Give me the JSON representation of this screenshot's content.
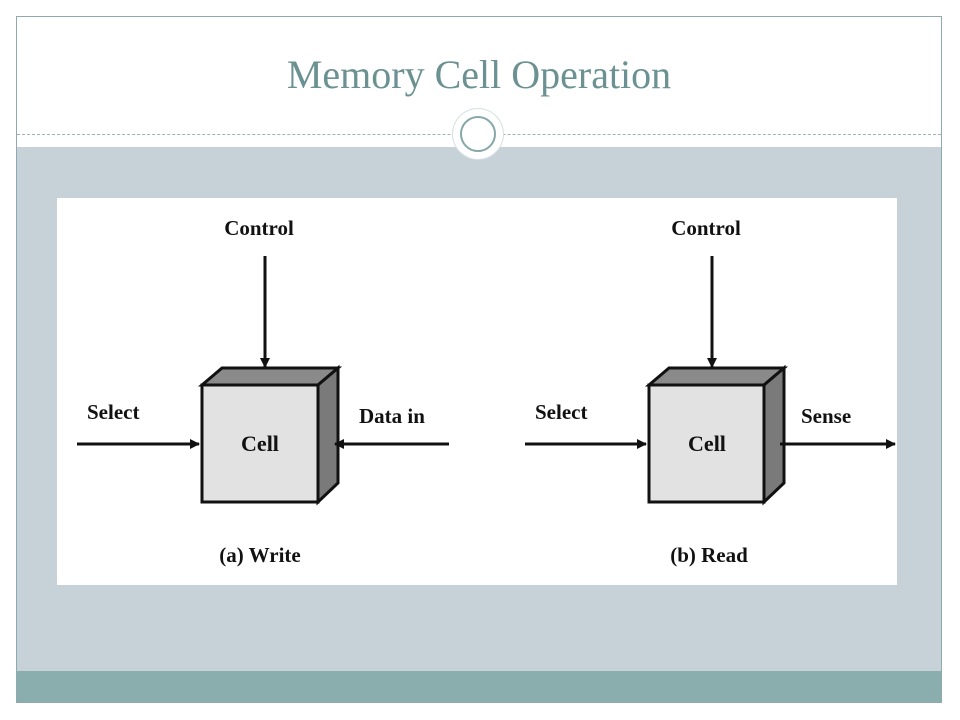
{
  "slide": {
    "title": "Memory Cell Operation"
  },
  "figure": {
    "write": {
      "control_label": "Control",
      "select_label": "Select",
      "cell_label": "Cell",
      "data_in_label": "Data in",
      "caption": "(a) Write"
    },
    "read": {
      "control_label": "Control",
      "select_label": "Select",
      "cell_label": "Cell",
      "sense_label": "Sense",
      "caption": "(b) Read"
    }
  },
  "colors": {
    "title_text": "#6c9192",
    "content_band": "#c7d2d8",
    "footer_band": "#8aadae",
    "cell_front": "#e2e2e2",
    "cell_side": "#7a7a7a"
  }
}
